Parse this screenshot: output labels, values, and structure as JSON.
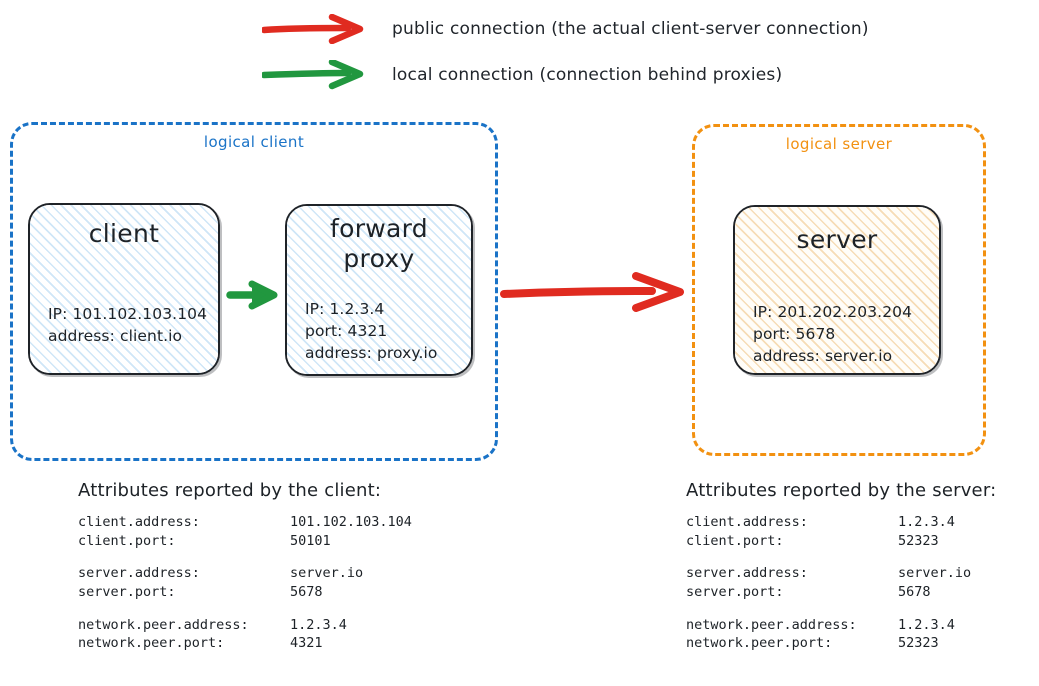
{
  "legend": {
    "items": [
      {
        "id": "public",
        "icon": "arrow-right-icon",
        "color": "#e02b20",
        "label": "public connection (the actual client-server connection)"
      },
      {
        "id": "local",
        "icon": "arrow-right-icon",
        "color": "#21973f",
        "label": "local connection (connection behind proxies)"
      }
    ]
  },
  "zones": {
    "client": {
      "title": "logical client",
      "color": "#1a73c7"
    },
    "server": {
      "title": "logical server",
      "color": "#f29111"
    }
  },
  "nodes": {
    "client": {
      "title": "client",
      "lines": [
        "IP: 101.102.103.104",
        "address: client.io"
      ]
    },
    "proxy": {
      "title_line1": "forward",
      "title_line2": "proxy",
      "lines": [
        "IP: 1.2.3.4",
        "port: 4321",
        "address: proxy.io"
      ]
    },
    "server": {
      "title": "server",
      "lines": [
        "IP: 201.202.203.204",
        "port: 5678",
        "address: server.io"
      ]
    }
  },
  "arrows": {
    "local": {
      "name": "local-connection-arrow",
      "color": "#21973f"
    },
    "public": {
      "name": "public-connection-arrow",
      "color": "#e02b20"
    }
  },
  "attributes": {
    "client": {
      "heading": "Attributes reported by the client:",
      "groups": [
        [
          {
            "key": "client.address:",
            "value": "101.102.103.104"
          },
          {
            "key": "client.port:",
            "value": "50101"
          }
        ],
        [
          {
            "key": "server.address:",
            "value": "server.io"
          },
          {
            "key": "server.port:",
            "value": "5678"
          }
        ],
        [
          {
            "key": "network.peer.address:",
            "value": "1.2.3.4"
          },
          {
            "key": "network.peer.port:",
            "value": "4321"
          }
        ]
      ]
    },
    "server": {
      "heading": "Attributes reported by the server:",
      "groups": [
        [
          {
            "key": "client.address:",
            "value": "1.2.3.4"
          },
          {
            "key": "client.port:",
            "value": "52323"
          }
        ],
        [
          {
            "key": "server.address:",
            "value": "server.io"
          },
          {
            "key": "server.port:",
            "value": "5678"
          }
        ],
        [
          {
            "key": "network.peer.address:",
            "value": "1.2.3.4"
          },
          {
            "key": "network.peer.port:",
            "value": "52323"
          }
        ]
      ]
    }
  }
}
